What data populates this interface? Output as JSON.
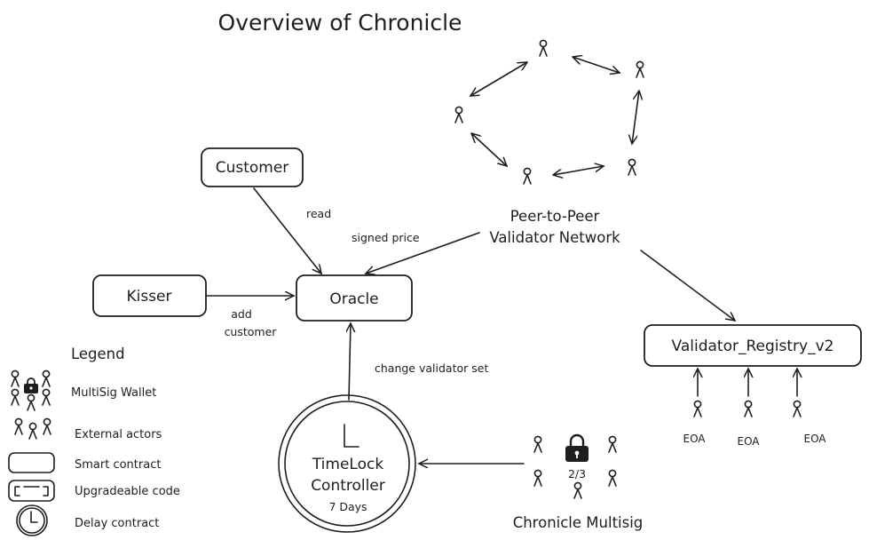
{
  "title": "Overview of Chronicle",
  "nodes": {
    "customer": "Customer",
    "kisser": "Kisser",
    "oracle": "Oracle",
    "validator_registry": "Validator_Registry_v2",
    "p2p_line1": "Peer-to-Peer",
    "p2p_line2": "Validator Network",
    "timelock_line1": "TimeLock",
    "timelock_line2": "Controller",
    "timelock_delay": "7 Days",
    "multisig_threshold": "2/3",
    "multisig_label": "Chronicle Multisig",
    "eoa_labels": [
      "EOA",
      "EOA",
      "EOA"
    ]
  },
  "edges": {
    "read": "read",
    "signed_price": "signed price",
    "add_customer_line1": "add",
    "add_customer_line2": "customer",
    "change_validator_set": "change validator set"
  },
  "legend": {
    "title": "Legend",
    "items": [
      {
        "icon": "multisig-wallet-icon",
        "label": "MultiSig Wallet"
      },
      {
        "icon": "external-actors-icon",
        "label": "External actors"
      },
      {
        "icon": "smart-contract-icon",
        "label": "Smart contract"
      },
      {
        "icon": "upgradeable-code-icon",
        "label": "Upgradeable code"
      },
      {
        "icon": "delay-contract-icon",
        "label": "Delay contract"
      }
    ]
  }
}
